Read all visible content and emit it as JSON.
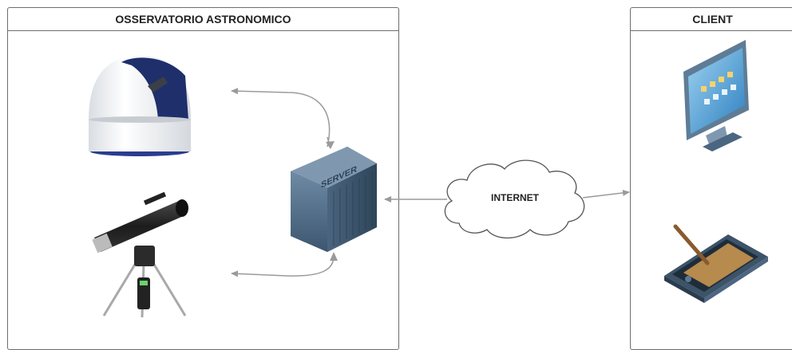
{
  "panels": {
    "observatory": {
      "title": "OSSERVATORIO ASTRONOMICO"
    },
    "client": {
      "title": "CLIENT"
    }
  },
  "server": {
    "label": "SERVER"
  },
  "cloud": {
    "label": "INTERNET"
  },
  "icons": {
    "dome": "observatory-dome-icon",
    "telescope": "telescope-icon",
    "server": "server-icon",
    "cloud": "cloud-icon",
    "monitor": "monitor-icon",
    "tablet": "tablet-icon"
  },
  "colors": {
    "border": "#6d6d6d",
    "arrow": "#9a9a9a",
    "server_body": "#4d6a85",
    "dome_blue": "#1e2f6b"
  }
}
